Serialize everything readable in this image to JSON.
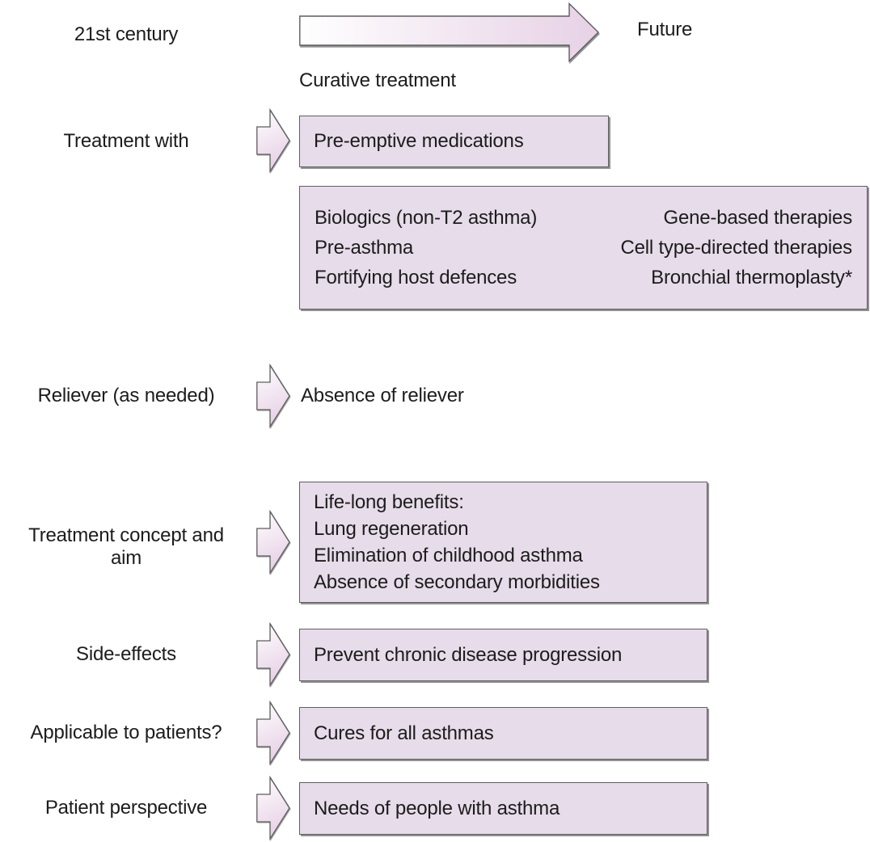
{
  "figure": {
    "description": "Future of asthma treatment summary diagram"
  },
  "header": {
    "era": "21st century",
    "future": "Future",
    "caption": "Curative treatment"
  },
  "treatment_with": {
    "label": "Treatment with",
    "box": "Pre-emptive medications"
  },
  "therapies_box": {
    "rows": [
      {
        "left": "Biologics (non-T2 asthma)",
        "right": "Gene-based therapies"
      },
      {
        "left": "Pre-asthma",
        "right": "Cell type-directed therapies"
      },
      {
        "left": "Fortifying host defences",
        "right": "Bronchial thermoplasty*"
      }
    ]
  },
  "reliever": {
    "label": "Reliever (as needed)",
    "text": "Absence of reliever"
  },
  "concept": {
    "label": "Treatment concept and aim",
    "lines": [
      "Life-long benefits:",
      "Lung regeneration",
      "Elimination of childhood asthma",
      "Absence of secondary morbidities"
    ]
  },
  "side_effects": {
    "label": "Side-effects",
    "box": "Prevent chronic disease progression"
  },
  "applicable": {
    "label": "Applicable to patients?",
    "box": "Cures for all asthmas"
  },
  "patient": {
    "label": "Patient perspective",
    "box": "Needs of people with asthma"
  },
  "colors": {
    "box_fill": "#e7dcea",
    "box_border": "#5f5f5f",
    "box_shadow": "#919191",
    "arrow_gradient_start": "#ffffff",
    "arrow_gradient_end": "#e7d1e6",
    "arrow_stroke": "#5d5d5d",
    "text": "#1c1c1c"
  }
}
